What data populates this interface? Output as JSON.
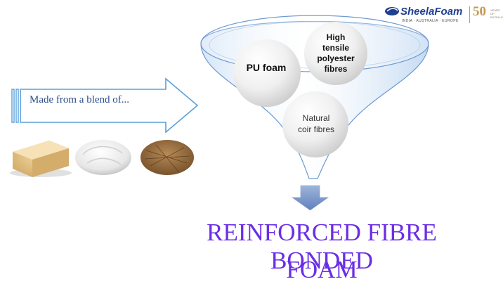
{
  "logo": {
    "brand": "SheelaFoam",
    "regions": "INDIA · AUSTRALIA · EUROPE",
    "anniversary_number": "50",
    "anniversary_text": "YEARS OF EXCELLENCE"
  },
  "input_arrow": {
    "label": "Made from a blend of..."
  },
  "samples": [
    "pu-foam-sample",
    "polyester-fibre-sample",
    "coir-fibre-sample"
  ],
  "funnel": {
    "ingredients": {
      "pu_foam": "PU foam",
      "polyester": [
        "High",
        "tensile",
        "polyester",
        "fibres"
      ],
      "coir": [
        "Natural",
        "coir fibres"
      ]
    }
  },
  "result": {
    "line1": "REINFORCED FIBRE BONDED",
    "line2": "FOAM"
  },
  "colors": {
    "title": "#6b2ee6",
    "funnel": "#a8c6ec",
    "arrow_outline": "#5aa0dc",
    "logo_blue": "#1f3f8f",
    "logo_gold": "#c49a52"
  }
}
